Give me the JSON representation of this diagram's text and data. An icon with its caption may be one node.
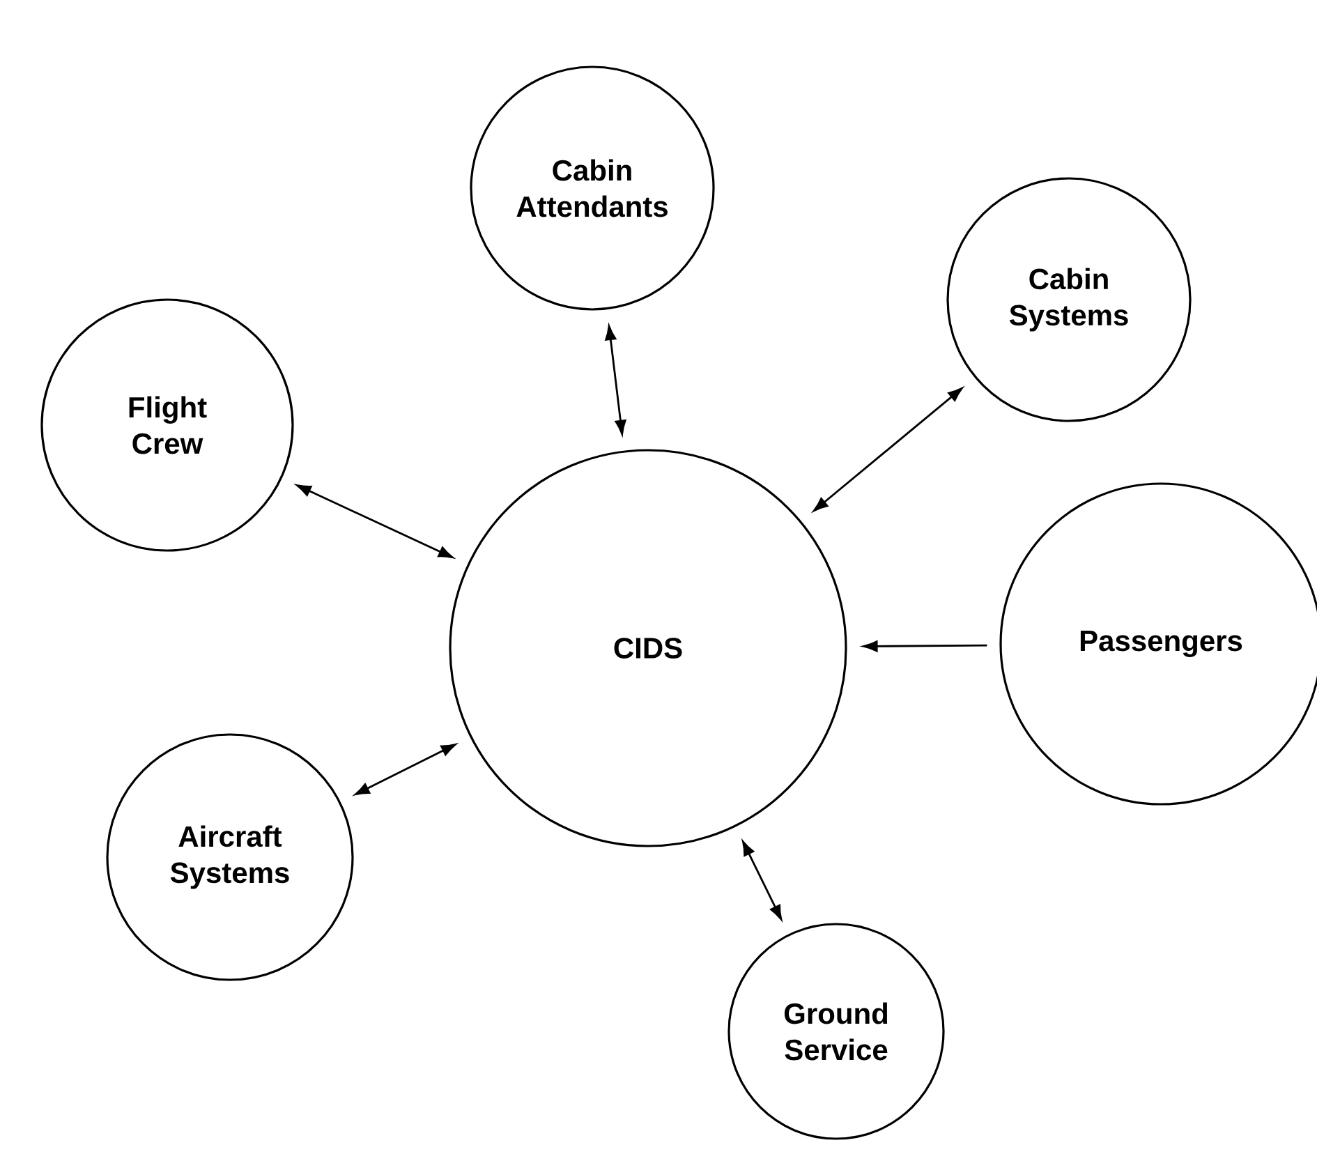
{
  "diagram": {
    "nodes": [
      {
        "text": [
          "Cabin Attendants"
        ]
      },
      {
        "text": [
          "Cabin Systems"
        ]
      },
      {
        "text": [
          "Flight Crew"
        ]
      },
      {
        "text": [
          "CIDS"
        ]
      },
      {
        "text": [
          "Passengers"
        ]
      },
      {
        "text": [
          "Aircraft Systems"
        ]
      },
      {
        "text": [
          "Ground Service"
        ]
      }
    ],
    "edges": [
      {
        "from": 0,
        "to": 3,
        "arrow": "both"
      },
      {
        "from": 1,
        "to": 3,
        "arrow": "both"
      },
      {
        "from": 2,
        "to": 3,
        "arrow": "both"
      },
      {
        "from": 4,
        "to": 3,
        "arrow": "to"
      },
      {
        "from": 5,
        "to": 3,
        "arrow": "both"
      },
      {
        "from": 3,
        "to": 6,
        "arrow": "both"
      }
    ]
  }
}
